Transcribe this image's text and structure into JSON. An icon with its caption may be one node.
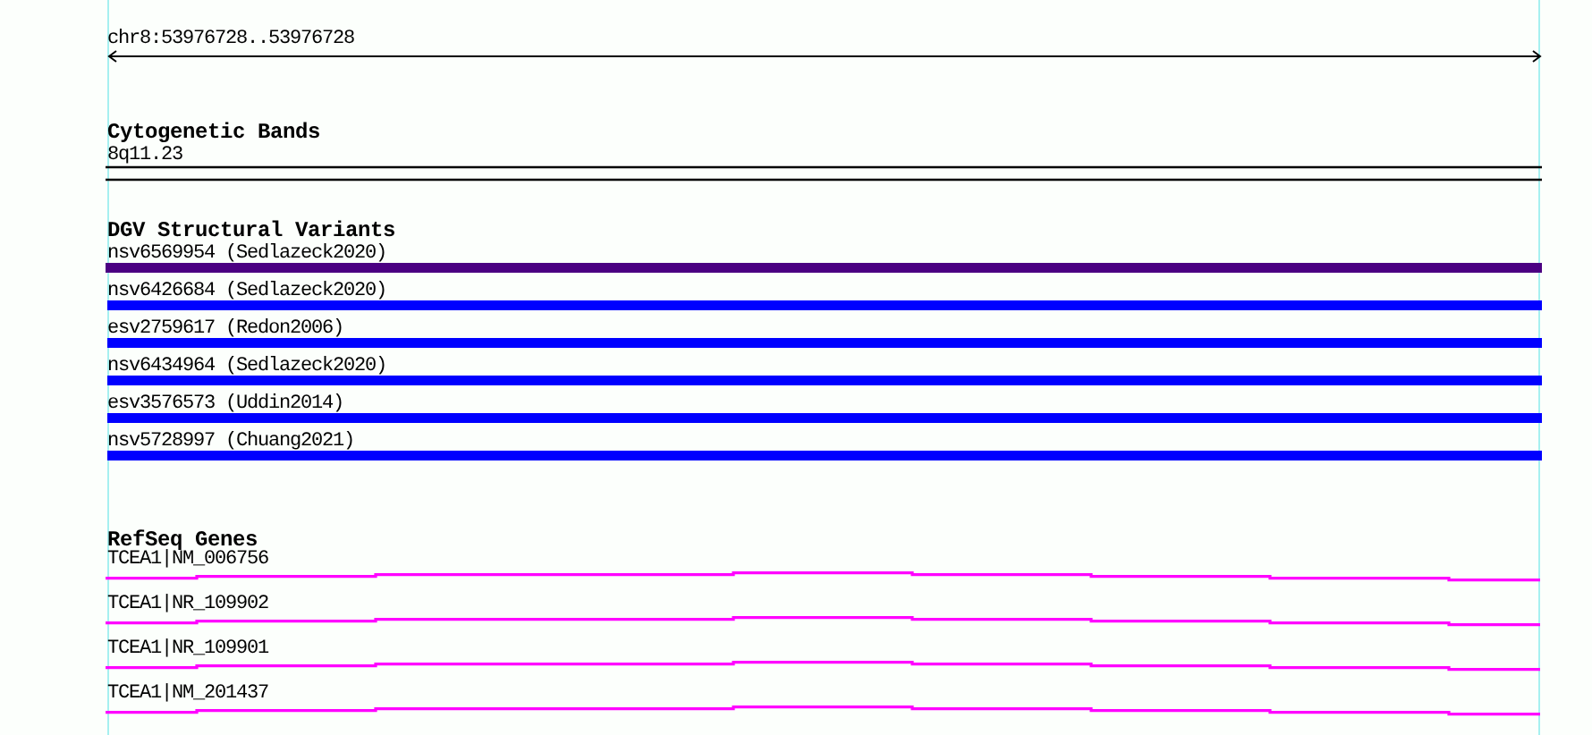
{
  "diagram": {
    "labels": [
      "chr8:53976728..53976728",
      "Cytogenetic Bands",
      "8q11.23",
      "DGV Structural Variants",
      "nsv6569954 (Sedlazeck2020)",
      "nsv6426684 (Sedlazeck2020)",
      "esv2759617 (Redon2006)",
      "nsv6434964 (Sedlazeck2020)",
      "esv3576573 (Uddin2014)",
      "nsv5728997 (Chuang2021)",
      "RefSeq Genes",
      "TCEA1|NM_006756",
      "TCEA1|NR_109902",
      "TCEA1|NR_109901",
      "TCEA1|NM_201437"
    ]
  }
}
